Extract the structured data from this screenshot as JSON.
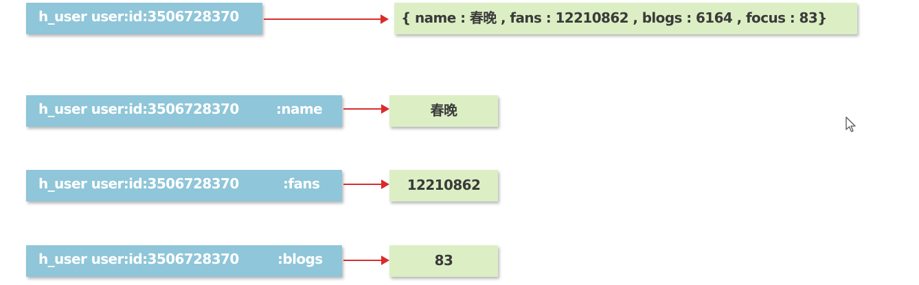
{
  "rows": [
    {
      "key": "h_user user:id:3506728370",
      "field": "",
      "value": "{ name : 春晚 , fans : 12210862 , blogs : 6164 , focus : 83}"
    },
    {
      "key": "h_user user:id:3506728370",
      "field": ":name",
      "value": "春晚"
    },
    {
      "key": "h_user user:id:3506728370",
      "field": ":fans",
      "value": "12210862"
    },
    {
      "key": "h_user user:id:3506728370",
      "field": ":blogs",
      "value": "83"
    }
  ],
  "colors": {
    "key_box": "#8fc6d9",
    "value_box": "#dcefc4",
    "arrow": "#d92b2b"
  },
  "icons": [
    "mouse-pointer-icon"
  ]
}
